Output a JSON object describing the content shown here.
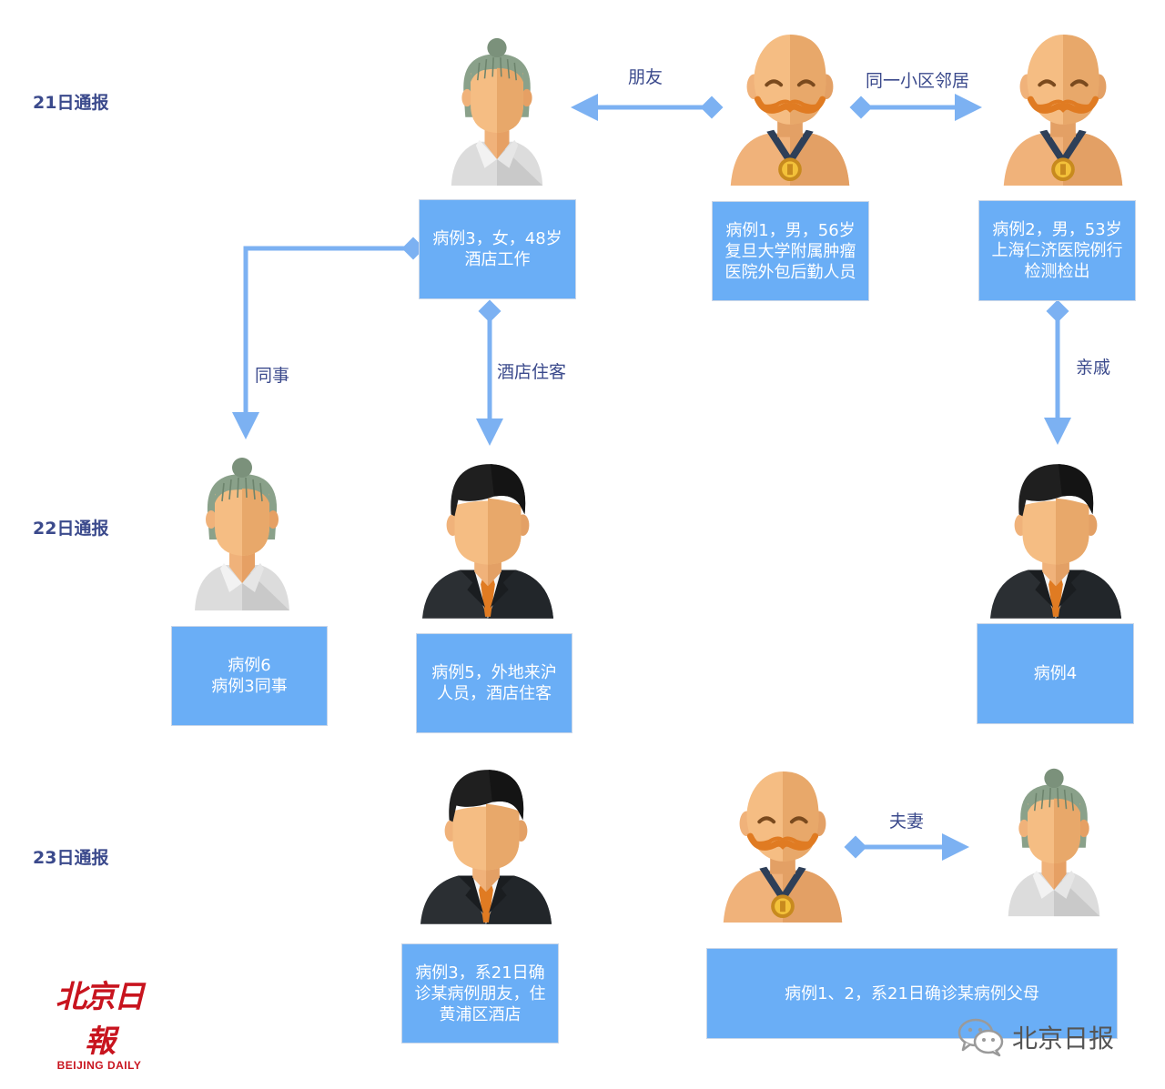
{
  "days": {
    "d21": "21日通报",
    "d22": "22日通报",
    "d23": "23日通报"
  },
  "relations": {
    "friend": "朋友",
    "neighbor": "同一小区邻居",
    "colleague": "同事",
    "hotel_guest": "酒店住客",
    "relative": "亲戚",
    "spouse": "夫妻"
  },
  "cases": {
    "c3_top": [
      "病例3，女，48岁",
      "酒店工作"
    ],
    "c1": [
      "病例1，男，56岁",
      "复旦大学附属肿瘤",
      "医院外包后勤人员"
    ],
    "c2": [
      "病例2，男，53岁",
      "上海仁济医院例行",
      "检测检出"
    ],
    "c6": [
      "病例6",
      "病例3同事"
    ],
    "c5": [
      "病例5，外地来沪",
      "人员，酒店住客"
    ],
    "c4": [
      "病例4"
    ],
    "c3_bottom": [
      "病例3，系21日确",
      "诊某病例朋友，住",
      "黄浦区酒店"
    ],
    "c12": [
      "病例1、2，系21日确诊某病例父母"
    ]
  },
  "avatars": {
    "a_woman_top": "woman",
    "a_elder_1": "elder-man",
    "a_elder_2": "elder-man",
    "a_woman_mid": "woman",
    "a_man_5": "business-man",
    "a_man_4": "business-man",
    "a_man_3": "business-man",
    "a_elder_3": "elder-man",
    "a_woman_bottom": "woman"
  },
  "logo": {
    "cn": "北京日報",
    "en": "BEIJING DAILY"
  },
  "watermark": {
    "icon": "wechat-icon",
    "name": "北京日报"
  },
  "colors": {
    "box": "#6aaef6",
    "arrow": "#7cb1f2",
    "day_text": "#3b4a8c",
    "logo_red": "#c8141e"
  }
}
